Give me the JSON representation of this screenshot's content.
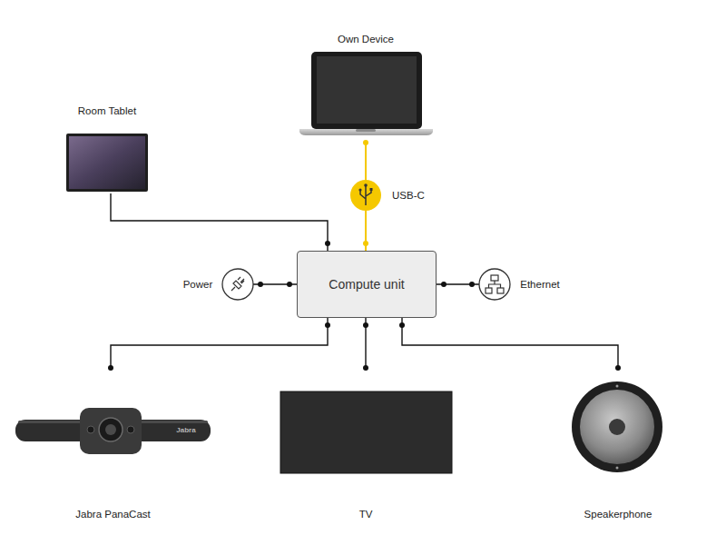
{
  "diagram": {
    "nodes": [
      {
        "text": [
          "Own Device"
        ]
      },
      {
        "text": [
          "Room Tablet"
        ]
      },
      {
        "text": [
          "Power"
        ]
      },
      {
        "text": [
          "Compute unit"
        ]
      },
      {
        "text": [
          "Ethernet"
        ]
      },
      {
        "text": [
          "Jabra PanaCast"
        ]
      },
      {
        "text": [
          "TV"
        ]
      },
      {
        "text": [
          "Speakerphone"
        ]
      }
    ],
    "edges": [
      {
        "from": 0,
        "to": 3,
        "arrow": "none",
        "label": "USB-C"
      },
      {
        "from": 1,
        "to": 3,
        "arrow": "none"
      },
      {
        "from": 2,
        "to": 3,
        "arrow": "none"
      },
      {
        "from": 3,
        "to": 4,
        "arrow": "none"
      },
      {
        "from": 3,
        "to": 5,
        "arrow": "none"
      },
      {
        "from": 3,
        "to": 6,
        "arrow": "none"
      },
      {
        "from": 3,
        "to": 7,
        "arrow": "none"
      }
    ],
    "labels": [
      "Jabra"
    ]
  }
}
